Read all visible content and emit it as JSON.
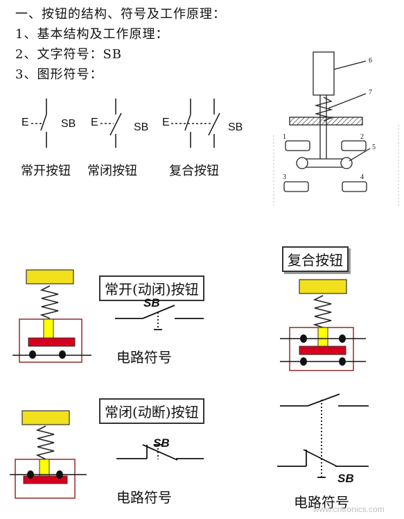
{
  "header": {
    "line1": "一、按钮的结构、符号及工作原理：",
    "line2": "1、基本结构及工作原理：",
    "line3": "2、文字符号：SB",
    "line4": "3、图形符号："
  },
  "symbols": {
    "sb_label": "SB",
    "e_label": "E",
    "no_caption": "常开按钮",
    "nc_caption": "常闭按钮",
    "combo_caption": "复合按钮"
  },
  "structure": {
    "labels": [
      "1",
      "2",
      "3",
      "4",
      "5",
      "6",
      "7"
    ]
  },
  "lower": {
    "no_title": "常开(动闭)按钮",
    "nc_title": "常闭(动断)按钮",
    "combo_title": "复合按钮",
    "sb_label": "SB",
    "circuit_symbol": "电路符号"
  },
  "colors": {
    "button_cap": "#f2e01d",
    "stem": "#ffff00",
    "contact_bar": "#d6001c",
    "housing": "#8b1a1a"
  },
  "watermark": "www.cntronics.com"
}
